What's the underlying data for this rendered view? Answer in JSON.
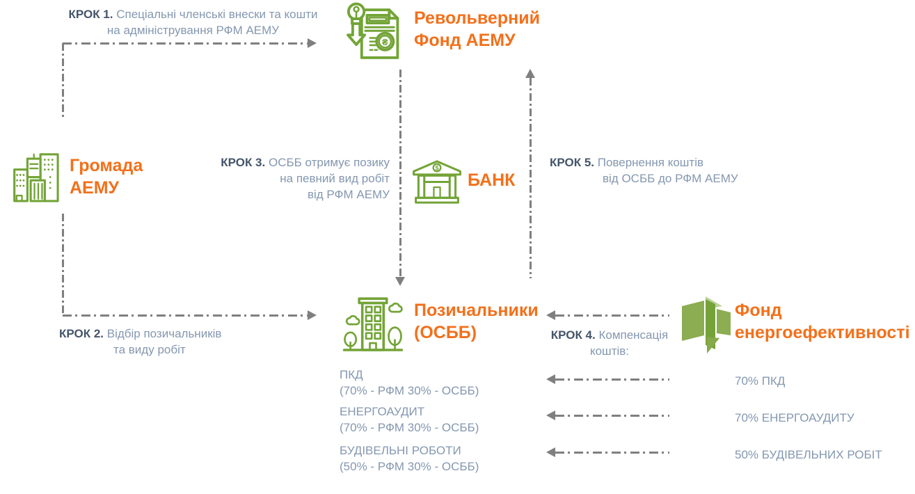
{
  "colors": {
    "orange": "#f3701b",
    "icon_green": "#73a437",
    "arrow_gray": "#7f7f7f",
    "step_label_dark": "#44546a",
    "step_text_light": "#8497b0",
    "logo_green_medium": "#8cad52",
    "logo_green_dark": "#76a23a",
    "logo_green_light": "#bcd29b"
  },
  "steps": {
    "step1": {
      "label": "КРОК 1.",
      "text_line1": "Спеціальні членські внески та кошти",
      "text_line2": "на адміністрування РФМ АЕМУ"
    },
    "step2": {
      "label": "КРОК 2.",
      "text_line1": "Відбір позичальників",
      "text_line2": "та виду робіт"
    },
    "step3": {
      "label": "КРОК 3.",
      "text_line1": "ОСББ отримує позику",
      "text_line2": "на певний вид робіт",
      "text_line3": "від РФМ АЕМУ"
    },
    "step4": {
      "label": "КРОК 4.",
      "text_line1": "Компенсація",
      "text_line2": "коштів:"
    },
    "step5": {
      "label": "КРОК 5.",
      "text_line1": "Повернення коштів",
      "text_line2": "від ОСББ до РФМ АЕМУ"
    }
  },
  "nodes": {
    "revolving_fund": {
      "line1": "Револьверний",
      "line2": "Фонд АЕМУ",
      "icon": "document-money-icon"
    },
    "community": {
      "line1": "Громада",
      "line2": "АЕМУ",
      "icon": "city-buildings-icon"
    },
    "bank": {
      "label": "БАНК",
      "icon": "bank-building-icon"
    },
    "borrowers": {
      "line1": "Позичальники",
      "line2": "(ОСББ)",
      "icon": "apartment-trees-icon"
    },
    "energy_fund": {
      "line1": "Фонд",
      "line2": "енергоефективності",
      "icon": "energy-efficiency-fund-logo"
    }
  },
  "borrower_cost_items": [
    {
      "title": "ПКД",
      "detail": "(70% - РФМ 30% - ОСББ)"
    },
    {
      "title": "ЕНЕРГОАУДИТ",
      "detail": "(70% - РФМ 30% - ОСББ)"
    },
    {
      "title": "БУДІВЕЛЬНІ РОБОТИ",
      "detail": "(50% - РФМ 30% - ОСББ)"
    }
  ],
  "fund_compensation_items": [
    {
      "label": "70% ПКД"
    },
    {
      "label": "70% ЕНЕРГОАУДИТУ"
    },
    {
      "label": "50% БУДІВЕЛЬНИХ РОБІТ"
    }
  ]
}
